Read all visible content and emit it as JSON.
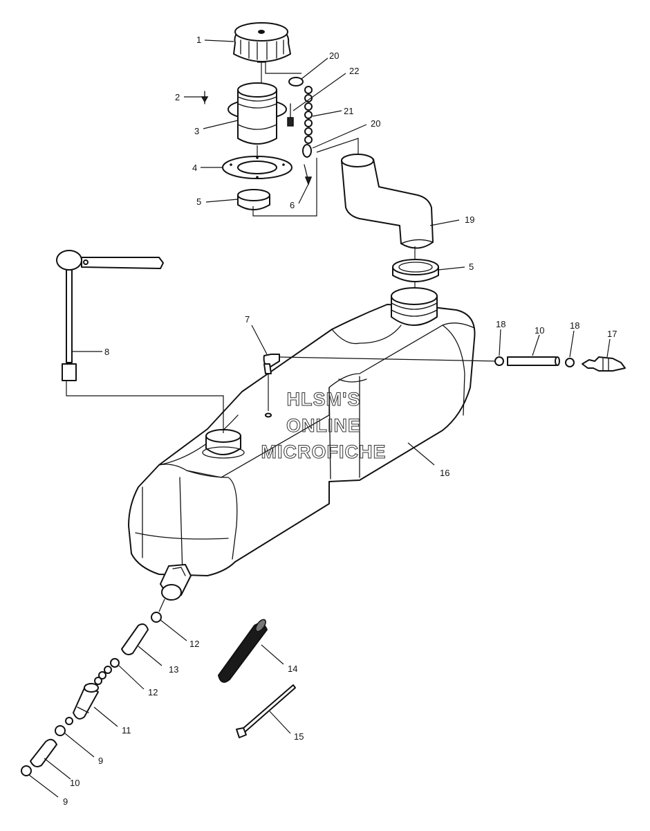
{
  "watermark": {
    "line1": "HLSM'S",
    "line2": "ONLINE",
    "line3": "MICROFICHE"
  },
  "callouts": [
    "1",
    "2",
    "3",
    "4",
    "5",
    "6",
    "20",
    "22",
    "21",
    "20",
    "19",
    "5",
    "8",
    "7",
    "18",
    "10",
    "18",
    "17",
    "16",
    "12",
    "13",
    "12",
    "11",
    "9",
    "10",
    "9",
    "14",
    "15"
  ]
}
